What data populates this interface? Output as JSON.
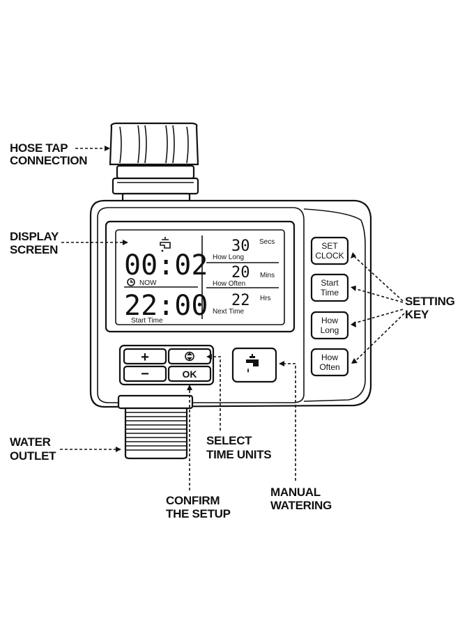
{
  "callouts": {
    "hose_tap": [
      "HOSE TAP",
      "CONNECTION"
    ],
    "display_screen": [
      "DISPLAY",
      "SCREEN"
    ],
    "water_outlet": [
      "WATER",
      "OUTLET"
    ],
    "select_time_units": [
      "SELECT",
      "TIME UNITS"
    ],
    "manual_watering": [
      "MANUAL",
      "WATERING"
    ],
    "confirm_setup": [
      "CONFIRM",
      "THE SETUP"
    ],
    "setting_key": [
      "SETTING",
      "KEY"
    ]
  },
  "display": {
    "current_time": "00:02",
    "now_label": "NOW",
    "start_time": "22:00",
    "start_time_label": "Start Time",
    "how_long": {
      "value": "30",
      "unit": "Secs",
      "label": "How Long"
    },
    "how_often": {
      "value": "20",
      "unit": "Mins",
      "label": "How Often"
    },
    "next_time": {
      "value": "22",
      "unit": "Hrs",
      "label": "Next Time"
    }
  },
  "control_buttons": {
    "plus": "+",
    "minus": "−",
    "ok": "OK"
  },
  "setting_keys": [
    [
      "SET",
      "CLOCK"
    ],
    [
      "Start",
      "Time"
    ],
    [
      "How",
      "Long"
    ],
    [
      "How",
      "Often"
    ]
  ]
}
